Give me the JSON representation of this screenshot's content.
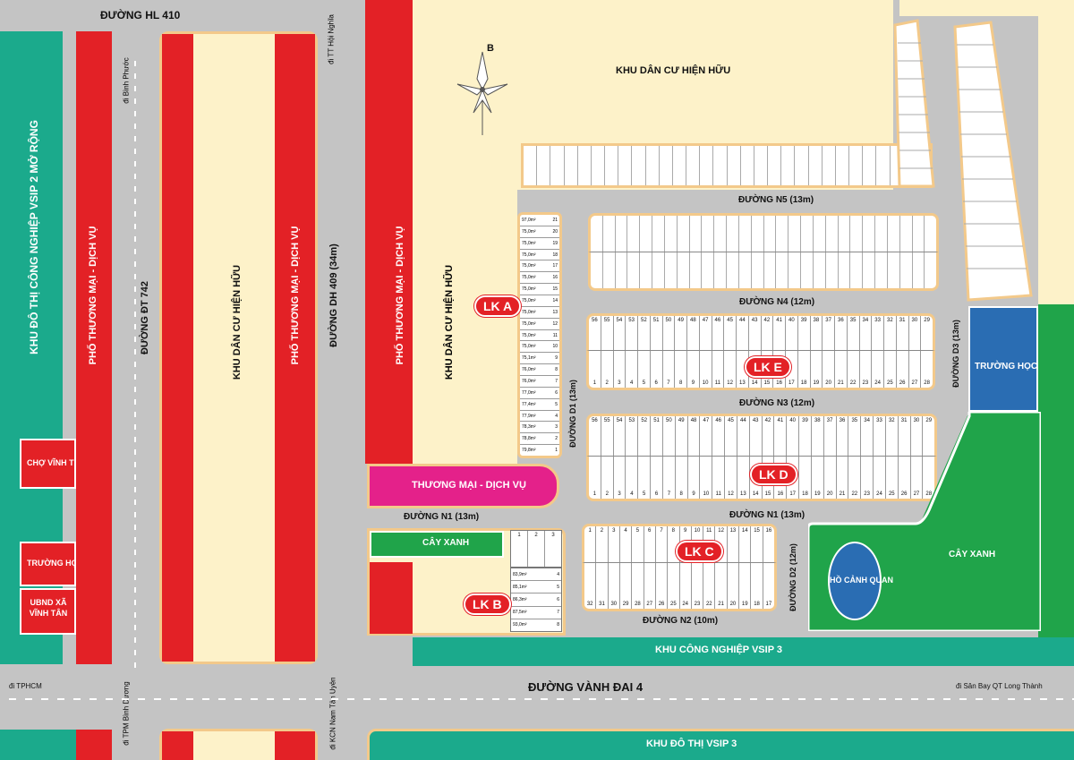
{
  "colors": {
    "road": "#c4c4c4",
    "residential": "#fdf2c9",
    "commercial": "#e32126",
    "industrial": "#1baa8c",
    "green": "#20a44a",
    "pink": "#e4218a",
    "school": "#2a6db3",
    "lake": "#2a6db3",
    "outline": "#f3c98a"
  },
  "roads": {
    "hl410": "ĐƯỜNG HL 410",
    "dt742": "ĐƯỜNG ĐT 742",
    "dh409": "ĐƯỜNG DH 409 (34m)",
    "vanh_dai_4": "ĐƯỜNG VÀNH ĐAI 4",
    "n5": "ĐƯỜNG N5 (13m)",
    "n4": "ĐƯỜNG N4 (12m)",
    "n3": "ĐƯỜNG N3 (12m)",
    "n1_right": "ĐƯỜNG N1 (13m)",
    "n1_left": "ĐƯỜNG N1 (13m)",
    "n2": "ĐƯỜNG N2 (10m)",
    "d1": "ĐƯỜNG D1 (13m)",
    "d2": "ĐƯỜNG D2 (12m)",
    "d3": "ĐƯỜNG D3 (13m)"
  },
  "directions": {
    "binh_phuoc": "đi Bình Phước",
    "hoi_nghia": "đi TT Hội Nghĩa",
    "tphcm": "đi TPHCM",
    "long_thanh": "đi  Sân Bay QT Long Thành",
    "binh_duong": "đi TPM Bình Dương",
    "tan_uyen": "đi KCN Nam Tân Uyên"
  },
  "zones": {
    "vsip2": "KHU ĐÔ THỊ CÔNG NGHIỆP VSIP 2 MỞ RỘNG",
    "pho_tm_1": "PHỐ THƯƠNG MẠI - DỊCH VỤ",
    "dan_cu_1": "KHU DÂN CƯ HIỆN HỮU",
    "pho_tm_2": "PHỐ THƯƠNG MẠI - DỊCH VỤ",
    "pho_tm_3": "PHỐ THƯƠNG MẠI - DỊCH VỤ",
    "dan_cu_2": "KHU DÂN CƯ HIỆN HỮU",
    "dan_cu_top": "KHU DÂN CƯ HIỆN HỮU",
    "cho": "CHỢ VĨNH TÂN",
    "truong_left": "TRƯỜNG HỌC",
    "ubnd": "UBND XÃ VĨNH TÂN",
    "tm_dv": "THƯƠNG MẠI - DỊCH VỤ",
    "cay_xanh_left": "CÂY XANH",
    "cay_xanh_right": "CÂY XANH",
    "ho": "HỒ CẢNH QUAN",
    "truong_right": "TRƯỜNG HỌC",
    "kcn_vsip3": "KHU CÔNG NGHIỆP VSIP 3",
    "kdt_vsip3": "KHU ĐÔ THỊ VSIP 3"
  },
  "compass": {
    "north": "B"
  },
  "lots": {
    "lka": "LK A",
    "lkb": "LK B",
    "lkc": "LK C",
    "lkd": "LK D",
    "lke": "LK E"
  },
  "lka_rows": [
    [
      "97,0m²",
      "21"
    ],
    [
      "75,0m²",
      "20"
    ],
    [
      "75,0m²",
      "19"
    ],
    [
      "75,0m²",
      "18"
    ],
    [
      "75,0m²",
      "17"
    ],
    [
      "75,0m²",
      "16"
    ],
    [
      "75,0m²",
      "15"
    ],
    [
      "75,0m²",
      "14"
    ],
    [
      "75,0m²",
      "13"
    ],
    [
      "75,0m²",
      "12"
    ],
    [
      "75,0m²",
      "11"
    ],
    [
      "75,0m²",
      "10"
    ],
    [
      "75,1m²",
      "9"
    ],
    [
      "76,0m²",
      "8"
    ],
    [
      "76,0m²",
      "7"
    ],
    [
      "77,0m²",
      "6"
    ],
    [
      "77,4m²",
      "5"
    ],
    [
      "77,9m²",
      "4"
    ],
    [
      "78,3m²",
      "3"
    ],
    [
      "78,8m²",
      "2"
    ],
    [
      "79,8m²",
      "1"
    ]
  ],
  "lke_top": [
    "56",
    "55",
    "54",
    "53",
    "52",
    "51",
    "50",
    "49",
    "48",
    "47",
    "46",
    "45",
    "44",
    "43",
    "42",
    "41",
    "40",
    "39",
    "38",
    "37",
    "36",
    "35",
    "34",
    "33",
    "32",
    "31",
    "30",
    "29"
  ],
  "lke_bottom": [
    "1",
    "2",
    "3",
    "4",
    "5",
    "6",
    "7",
    "8",
    "9",
    "10",
    "11",
    "12",
    "13",
    "14",
    "15",
    "16",
    "17",
    "18",
    "19",
    "20",
    "21",
    "22",
    "23",
    "24",
    "25",
    "26",
    "27",
    "28"
  ],
  "lkd_top": [
    "56",
    "55",
    "54",
    "53",
    "52",
    "51",
    "50",
    "49",
    "48",
    "47",
    "46",
    "45",
    "44",
    "43",
    "42",
    "41",
    "40",
    "39",
    "38",
    "37",
    "36",
    "35",
    "34",
    "33",
    "32",
    "31",
    "30",
    "29"
  ],
  "lkd_bottom": [
    "1",
    "2",
    "3",
    "4",
    "5",
    "6",
    "7",
    "8",
    "9",
    "10",
    "11",
    "12",
    "13",
    "14",
    "15",
    "16",
    "17",
    "18",
    "19",
    "20",
    "21",
    "22",
    "23",
    "24",
    "25",
    "26",
    "27",
    "28"
  ],
  "lkc_top": [
    "1",
    "2",
    "3",
    "4",
    "5",
    "6",
    "7",
    "8",
    "9",
    "10",
    "11",
    "12",
    "13",
    "14",
    "15",
    "16"
  ],
  "lkc_bottom": [
    "32",
    "31",
    "30",
    "29",
    "28",
    "27",
    "26",
    "25",
    "24",
    "23",
    "22",
    "21",
    "20",
    "19",
    "18",
    "17"
  ],
  "lkb_top": [
    "1",
    "2",
    "3"
  ],
  "lkb_rows": [
    [
      "83,9m²",
      "4"
    ],
    [
      "85,1m²",
      "5"
    ],
    [
      "86,3m²",
      "6"
    ],
    [
      "87,5m²",
      "7"
    ],
    [
      "93,0m²",
      "8"
    ]
  ]
}
